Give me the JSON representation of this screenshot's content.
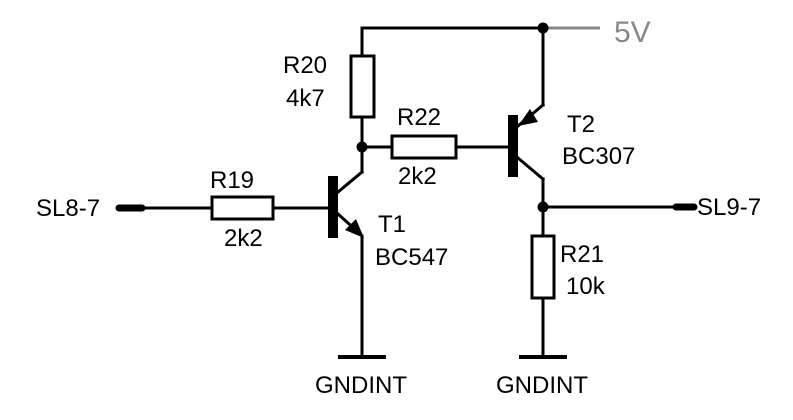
{
  "supply": {
    "label": "5V"
  },
  "ports": {
    "input": {
      "label": "SL8-7"
    },
    "output": {
      "label": "SL9-7"
    }
  },
  "resistors": {
    "r19": {
      "ref": "R19",
      "value": "2k2"
    },
    "r20": {
      "ref": "R20",
      "value": "4k7"
    },
    "r21": {
      "ref": "R21",
      "value": "10k"
    },
    "r22": {
      "ref": "R22",
      "value": "2k2"
    }
  },
  "transistors": {
    "t1": {
      "ref": "T1",
      "part": "BC547",
      "type": "NPN"
    },
    "t2": {
      "ref": "T2",
      "part": "BC307",
      "type": "PNP"
    }
  },
  "grounds": {
    "g1": {
      "label": "GNDINT"
    },
    "g2": {
      "label": "GNDINT"
    }
  },
  "colors": {
    "line": "#000000",
    "supply": "#888888",
    "background": "#ffffff"
  }
}
